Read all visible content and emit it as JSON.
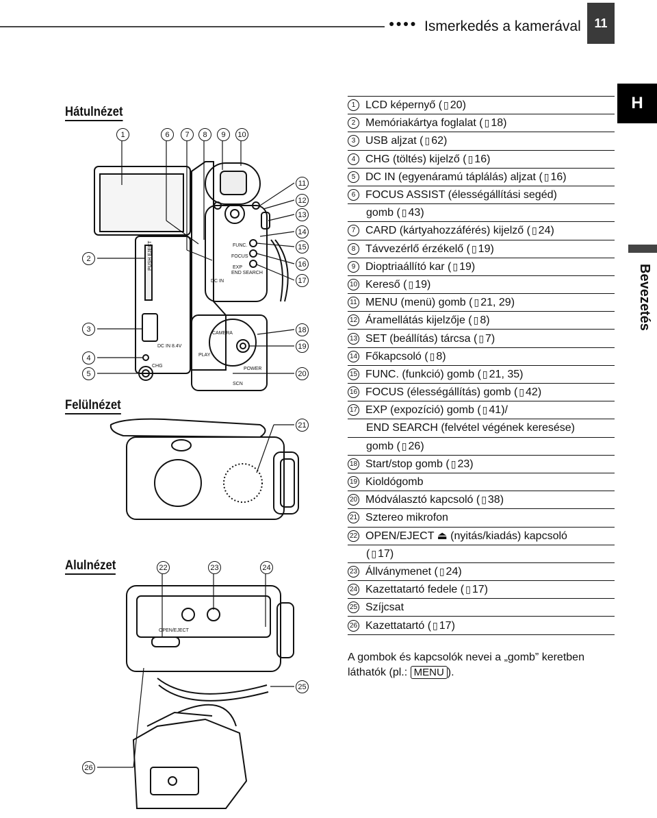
{
  "header": {
    "dots": "●●●●",
    "title": "Ismerkedés a kamerával",
    "page_number": "11"
  },
  "side_tab": {
    "letter": "H",
    "section_label": "Bevezetés"
  },
  "sections": {
    "back_view": "Hátulnézet",
    "top_view": "Felülnézet",
    "bottom_view": "Alulnézet"
  },
  "diagram_labels": {
    "push_eject": "PUSH EJECT",
    "dc_in_side": "DC IN",
    "dc_in_spec": "DC IN 8.4V",
    "chg": "CHG",
    "func": "FUNC.",
    "focus": "FOCUS",
    "exp": "EXP",
    "end_search": "END SEARCH",
    "camera": "CAMERA",
    "play": "PLAY",
    "power": "POWER",
    "scn": "SCN",
    "open_eject": "OPEN/EJECT"
  },
  "callouts": [
    "1",
    "2",
    "3",
    "4",
    "5",
    "6",
    "7",
    "8",
    "9",
    "10",
    "11",
    "12",
    "13",
    "14",
    "15",
    "16",
    "17",
    "18",
    "19",
    "20",
    "21",
    "22",
    "23",
    "24",
    "25",
    "26"
  ],
  "items": [
    {
      "num": "1",
      "text": "LCD képernyő (",
      "ref": "20)"
    },
    {
      "num": "2",
      "text": "Memóriakártya foglalat (",
      "ref": "18)"
    },
    {
      "num": "3",
      "text": "USB aljzat (",
      "ref": "62)"
    },
    {
      "num": "4",
      "text": "CHG (töltés) kijelző (",
      "ref": "16)"
    },
    {
      "num": "5",
      "text": "DC IN (egyenáramú táplálás) aljzat (",
      "ref": "16)"
    },
    {
      "num": "6",
      "text": "FOCUS ASSIST (élességállítási segéd)",
      "ref": ""
    },
    {
      "num": "",
      "text": "gomb (",
      "ref": "43)"
    },
    {
      "num": "7",
      "text": "CARD (kártyahozzáférés) kijelző (",
      "ref": "24)"
    },
    {
      "num": "8",
      "text": "Távvezérlő érzékelő (",
      "ref": "19)"
    },
    {
      "num": "9",
      "text": "Dioptriaállító kar (",
      "ref": "19)"
    },
    {
      "num": "10",
      "text": "Kereső (",
      "ref": "19)"
    },
    {
      "num": "11",
      "text": "MENU (menü) gomb (",
      "ref": "21, 29)"
    },
    {
      "num": "12",
      "text": "Áramellátás kijelzője (",
      "ref": "8)"
    },
    {
      "num": "13",
      "text": "SET (beállítás) tárcsa (",
      "ref": "7)"
    },
    {
      "num": "14",
      "text": "Főkapcsoló (",
      "ref": "8)"
    },
    {
      "num": "15",
      "text": "FUNC. (funkció) gomb (",
      "ref": "21, 35)"
    },
    {
      "num": "16",
      "text": "FOCUS (élességállítás) gomb (",
      "ref": "42)"
    },
    {
      "num": "17",
      "text": "EXP (expozíció) gomb (",
      "ref": "41)/"
    },
    {
      "num": "",
      "text": "END SEARCH (felvétel végének keresése)",
      "ref": ""
    },
    {
      "num": "",
      "text": "gomb (",
      "ref": "26)"
    },
    {
      "num": "18",
      "text": "Start/stop gomb (",
      "ref": "23)"
    },
    {
      "num": "19",
      "text": "Kioldógomb",
      "ref": ""
    },
    {
      "num": "20",
      "text": "Módválasztó kapcsoló (",
      "ref": "38)"
    },
    {
      "num": "21",
      "text": "Sztereo mikrofon",
      "ref": ""
    },
    {
      "num": "22",
      "text": "OPEN/EJECT ⏏ (nyitás/kiadás) kapcsoló",
      "ref": ""
    },
    {
      "num": "",
      "text": "(",
      "ref": "17)"
    },
    {
      "num": "23",
      "text": "Állványmenet (",
      "ref": "24)"
    },
    {
      "num": "24",
      "text": "Kazettatartó fedele (",
      "ref": "17)"
    },
    {
      "num": "25",
      "text": "Szíjcsat",
      "ref": ""
    },
    {
      "num": "26",
      "text": "Kazettatartó (",
      "ref": "17)"
    }
  ],
  "note": {
    "text_before": "A gombok és kapcsolók nevei a „gomb” keretben láthatók (pl.: ",
    "menu_example": "MENU",
    "text_after": ")."
  }
}
